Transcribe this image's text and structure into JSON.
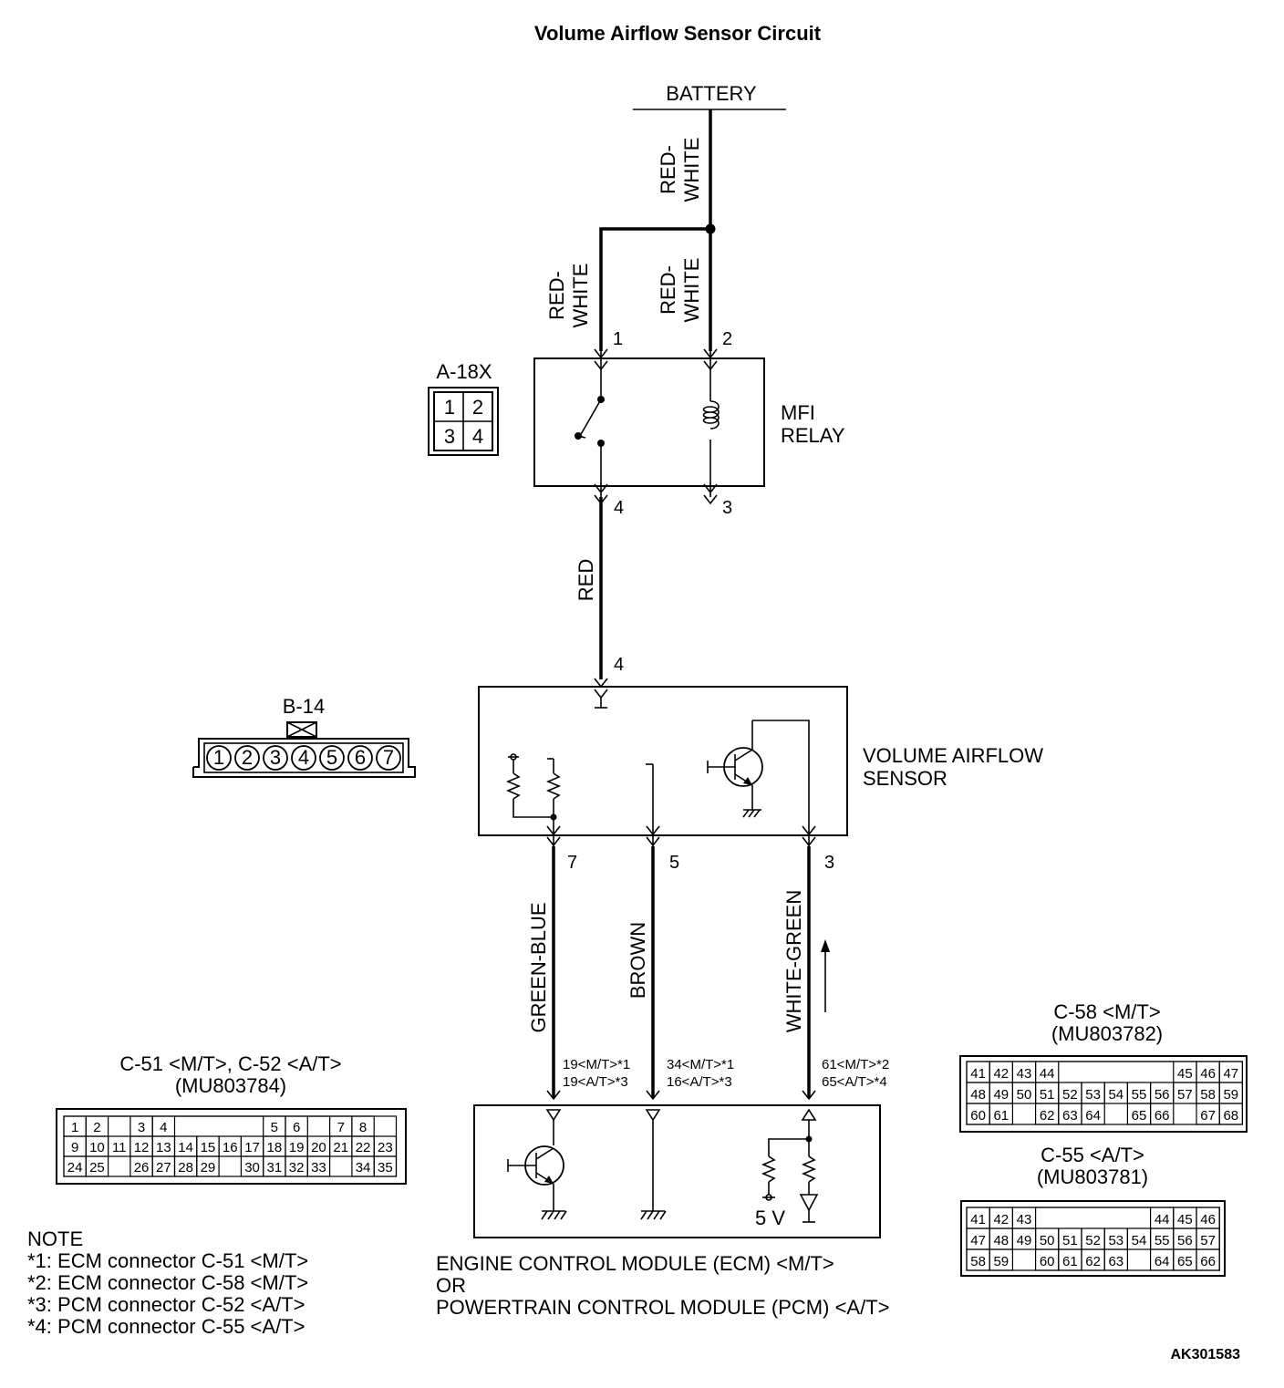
{
  "title": "Volume Airflow Sensor Circuit",
  "battery": {
    "label": "BATTERY"
  },
  "wires": {
    "battery_feed": [
      "RED-",
      "WHITE"
    ],
    "relay_pin1": [
      "RED-",
      "WHITE"
    ],
    "relay_pin2": [
      "RED-",
      "WHITE"
    ],
    "relay_to_sensor": "RED",
    "sensor_pin7": "GREEN-BLUE",
    "sensor_pin5": "BROWN",
    "sensor_pin3": "WHITE-GREEN"
  },
  "relay": {
    "name_lines": [
      "MFI",
      "RELAY"
    ],
    "connector": "A-18X",
    "connector_cells": [
      "1",
      "2",
      "3",
      "4"
    ],
    "pins": {
      "p1": "1",
      "p2": "2",
      "p3": "3",
      "p4": "4"
    }
  },
  "sensor": {
    "name_lines": [
      "VOLUME AIRFLOW",
      "SENSOR"
    ],
    "connector": "B-14",
    "connector_pins": [
      "1",
      "2",
      "3",
      "4",
      "5",
      "6",
      "7"
    ],
    "pins": {
      "in": "4",
      "p7": "7",
      "p5": "5",
      "p3": "3"
    }
  },
  "ecm": {
    "pin_notes": {
      "gb": [
        "19<M/T>*1",
        "19<A/T>*3"
      ],
      "br": [
        "34<M/T>*1",
        "16<A/T>*3"
      ],
      "wg": [
        "61<M/T>*2",
        "65<A/T>*4"
      ]
    },
    "voltage": "5 V",
    "name_lines": [
      "ENGINE CONTROL MODULE (ECM) <M/T>",
      "OR",
      "POWERTRAIN CONTROL MODULE (PCM) <A/T>"
    ]
  },
  "connectors": {
    "c51": {
      "title": [
        "C-51 <M/T>, C-52 <A/T>",
        "(MU803784)"
      ],
      "rows": [
        [
          "1",
          "2",
          "",
          "3",
          "4",
          "",
          "",
          "",
          "",
          "5",
          "6",
          "",
          "7",
          "8"
        ],
        [
          "9",
          "10",
          "11",
          "12",
          "13",
          "14",
          "15",
          "16",
          "17",
          "18",
          "19",
          "20",
          "21",
          "22",
          "23"
        ],
        [
          "24",
          "25",
          "",
          "26",
          "27",
          "28",
          "29",
          "",
          "30",
          "31",
          "32",
          "33",
          "",
          "34",
          "35"
        ]
      ]
    },
    "c58": {
      "title": [
        "C-58 <M/T>",
        "(MU803782)"
      ],
      "rows": [
        [
          "41",
          "42",
          "43",
          "44",
          "",
          "",
          "",
          "",
          "",
          "45",
          "46",
          "47"
        ],
        [
          "48",
          "49",
          "50",
          "51",
          "52",
          "53",
          "54",
          "55",
          "56",
          "57",
          "58",
          "59"
        ],
        [
          "60",
          "61",
          "",
          "62",
          "63",
          "64",
          "",
          "65",
          "66",
          "",
          "67",
          "68"
        ]
      ]
    },
    "c55": {
      "title": [
        "C-55 <A/T>",
        "(MU803781)"
      ],
      "rows": [
        [
          "41",
          "42",
          "43",
          "",
          "",
          "",
          "",
          "",
          "44",
          "45",
          "46"
        ],
        [
          "47",
          "48",
          "49",
          "50",
          "51",
          "52",
          "53",
          "54",
          "55",
          "56",
          "57"
        ],
        [
          "58",
          "59",
          "",
          "60",
          "61",
          "62",
          "63",
          "",
          "64",
          "65",
          "66"
        ]
      ]
    }
  },
  "notes": [
    "NOTE",
    "*1: ECM connector C-51 <M/T>",
    "*2: ECM connector C-58 <M/T>",
    "*3: PCM connector C-52 <A/T>",
    "*4: PCM connector C-55 <A/T>"
  ],
  "figure_code": "AK301583"
}
